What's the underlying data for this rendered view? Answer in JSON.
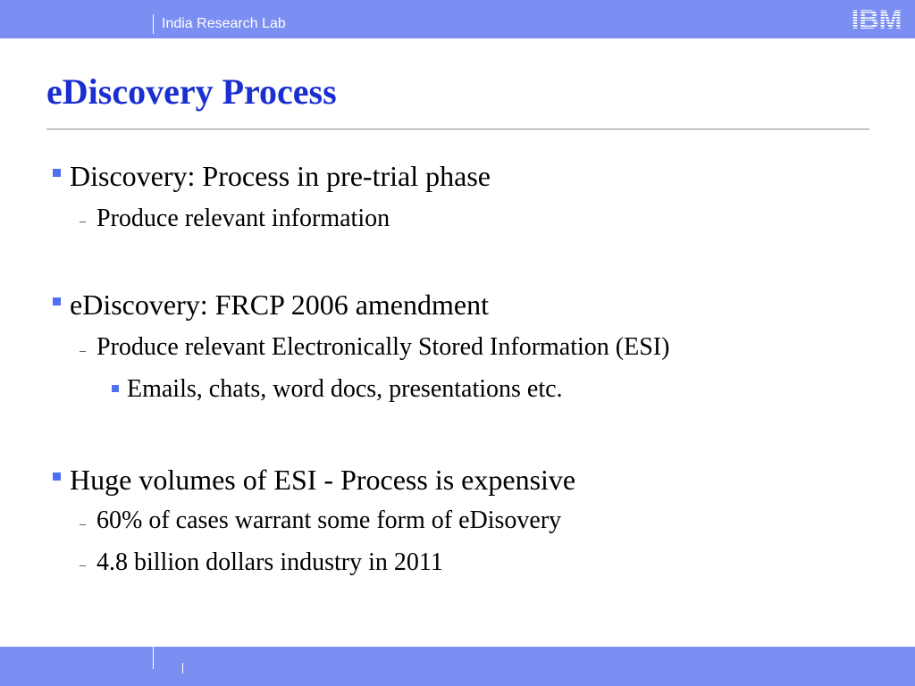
{
  "header": {
    "lab_name": "India Research Lab",
    "logo_text": "IBM"
  },
  "slide": {
    "title": "eDiscovery Process",
    "bullets": [
      {
        "text": "Discovery: Process in pre-trial phase",
        "subs": [
          {
            "text": "Produce relevant information"
          }
        ]
      },
      {
        "text": "eDiscovery: FRCP 2006 amendment",
        "subs": [
          {
            "text": "Produce relevant Electronically Stored Information (ESI)",
            "subs": [
              {
                "text": "Emails, chats, word docs, presentations etc."
              }
            ]
          }
        ]
      },
      {
        "text": "Huge volumes of ESI  - Process is expensive",
        "subs": [
          {
            "text": "60% of cases warrant some form of eDisovery"
          },
          {
            "text": "4.8 billion dollars industry in 2011"
          }
        ]
      }
    ]
  },
  "colors": {
    "bar": "#7b8ff2",
    "title": "#1a2fd0",
    "bullet": "#4f6ff0"
  }
}
